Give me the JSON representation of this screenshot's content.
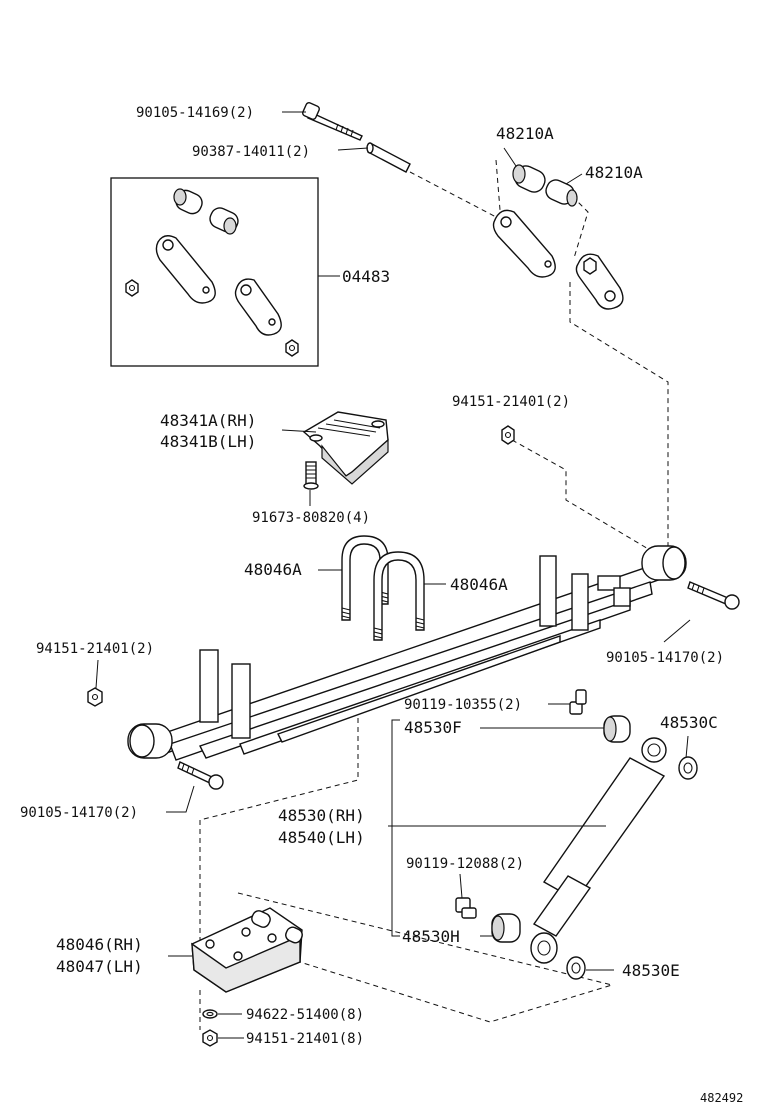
{
  "diagram_id": "482492",
  "labels": {
    "bolt_90105_14169": "90105-14169(2)",
    "pin_90387_14011": "90387-14011(2)",
    "bushing_48210A_top": "48210A",
    "bushing_48210A_right": "48210A",
    "kit_04483": "04483",
    "bracket_48341": [
      "48341A(RH)",
      "48341B(LH)"
    ],
    "nut_94151_top": "94151-21401(2)",
    "bolt_91673": "91673-80820(4)",
    "ubolt_48046A_left": "48046A",
    "ubolt_48046A_right": "48046A",
    "nut_94151_left": "94151-21401(2)",
    "bolt_90105_14170_right": "90105-14170(2)",
    "bolt_90119_10355": "90119-10355(2)",
    "cushion_48530F": "48530F",
    "washer_48530C": "48530C",
    "bolt_90105_14170_left": "90105-14170(2)",
    "absorber_48530": [
      "48530(RH)",
      "48540(LH)"
    ],
    "bolt_90119_12088": "90119-12088(2)",
    "seat_48046": [
      "48046(RH)",
      "48047(LH)"
    ],
    "cushion_48530H": "48530H",
    "washer_48530E": "48530E",
    "washer_94622": "94622-51400(8)",
    "nut_94151_bottom": "94151-21401(8)"
  }
}
